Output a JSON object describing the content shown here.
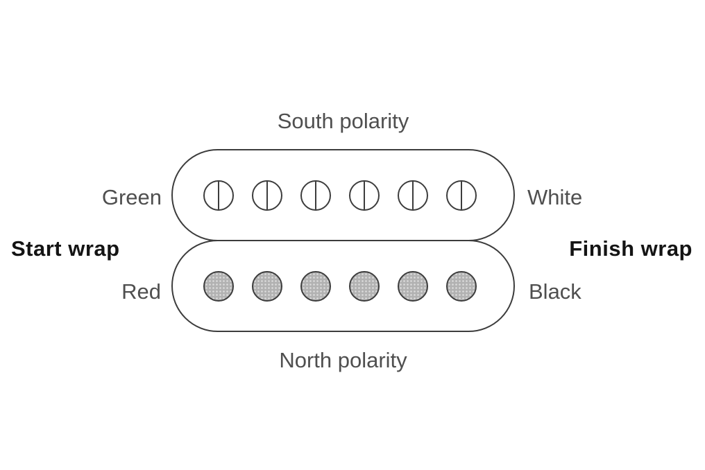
{
  "diagram": {
    "top_polarity_label": "South polarity",
    "bottom_polarity_label": "North polarity",
    "start_wrap_label": "Start wrap",
    "finish_wrap_label": "Finish wrap",
    "coils": [
      {
        "polarity": "South",
        "pole_style": "screw",
        "pole_count": 6,
        "left_wire_label": "Green",
        "right_wire_label": "White"
      },
      {
        "polarity": "North",
        "pole_style": "slug",
        "pole_count": 6,
        "left_wire_label": "Red",
        "right_wire_label": "Black"
      }
    ],
    "colors": {
      "outline": "#3c3c3c",
      "wire_label_text": "#4f4f4f",
      "bold_label_text": "#141414",
      "slug_fill": "#b2b2b2",
      "background": "#ffffff"
    }
  }
}
